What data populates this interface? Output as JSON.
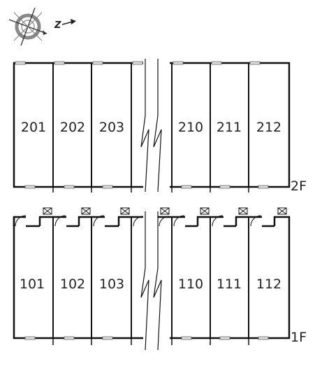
{
  "compass": {
    "north_label": "Z",
    "icon": "compass-icon"
  },
  "floors": [
    {
      "label": "2F",
      "units": [
        "201",
        "202",
        "203",
        "210",
        "211",
        "212"
      ]
    },
    {
      "label": "1F",
      "units": [
        "101",
        "102",
        "103",
        "110",
        "111",
        "112"
      ]
    }
  ]
}
